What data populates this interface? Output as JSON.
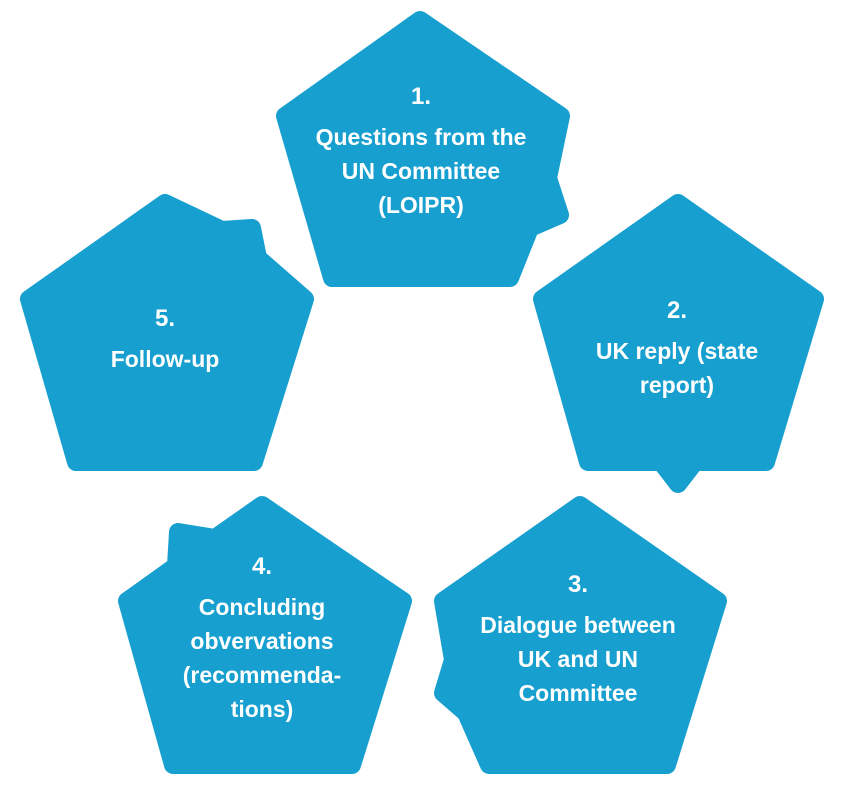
{
  "colors": {
    "shape_fill": "#169fcf",
    "text": "#ffffff",
    "background": "#ffffff"
  },
  "steps": [
    {
      "number": "1.",
      "lines": [
        "Questions from the",
        "UN Committee",
        "(LOIPR)"
      ]
    },
    {
      "number": "2.",
      "lines": [
        "UK reply (state",
        "report)"
      ]
    },
    {
      "number": "3.",
      "lines": [
        "Dialogue between",
        "UK and UN",
        "Committee"
      ]
    },
    {
      "number": "4.",
      "lines": [
        "Concluding",
        "obvervations",
        "(recommenda-",
        "tions)"
      ]
    },
    {
      "number": "5.",
      "lines": [
        "Follow-up"
      ]
    }
  ]
}
